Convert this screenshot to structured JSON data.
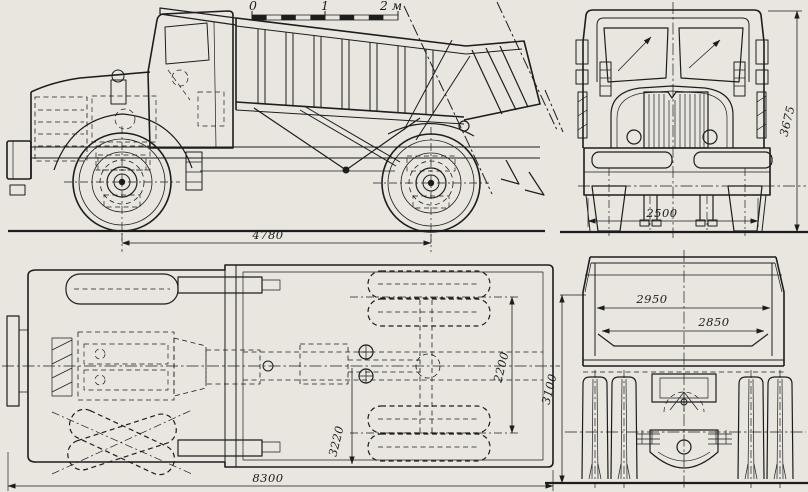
{
  "colors": {
    "paper": "#e9e6e0",
    "ink": "#1d1d1d"
  },
  "scale_bar": {
    "label_0": "0",
    "label_1": "1",
    "label_2": "2 м"
  },
  "side_view": {
    "dim_wheelbase": "4780"
  },
  "front_view": {
    "dim_track": "2500",
    "dim_overall_height": "3675"
  },
  "plan_view": {
    "dim_overall_length": "8300",
    "dim_rear_track": "2200",
    "dim_3220": "3220"
  },
  "rear_view": {
    "dim_body_outer_width": "2950",
    "dim_body_inner_width": "2850",
    "dim_body_height": "3100"
  }
}
